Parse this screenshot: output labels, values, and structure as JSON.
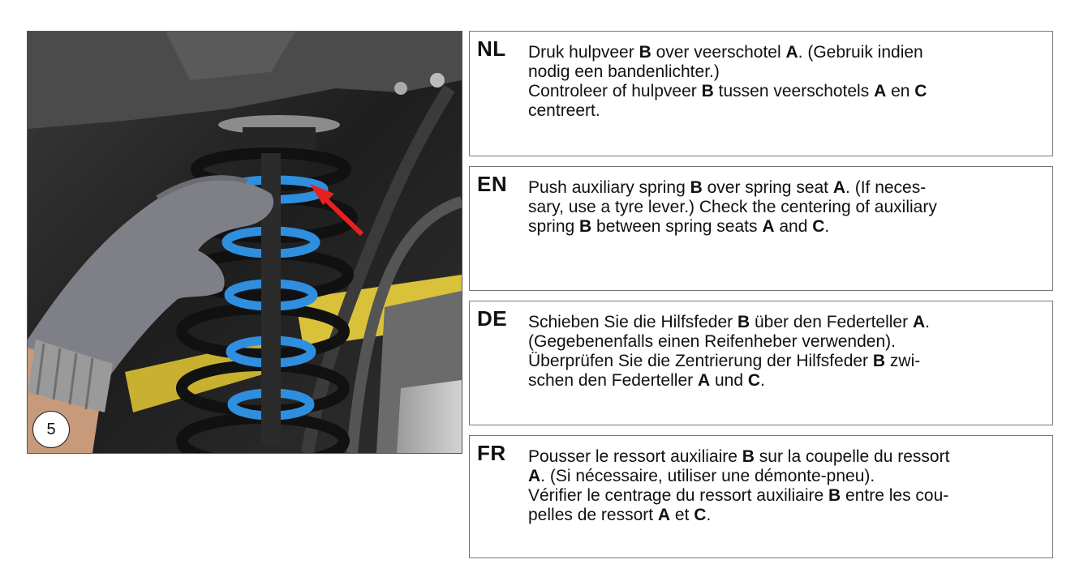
{
  "photo": {
    "step_number": "5",
    "arrow_color": "#e8211f",
    "spring_color": "#2f8fde",
    "coil_color": "#111111",
    "glove_color": "#7f8087"
  },
  "instructions": [
    {
      "lang": "NL",
      "lines": [
        [
          {
            "t": "Druk hulpveer "
          },
          {
            "t": "B",
            "b": true
          },
          {
            "t": " over veerschotel "
          },
          {
            "t": "A",
            "b": true
          },
          {
            "t": ". (Gebruik indien"
          }
        ],
        [
          {
            "t": "nodig een bandenlichter.)"
          }
        ],
        [
          {
            "t": "Controleer of hulpveer "
          },
          {
            "t": "B",
            "b": true
          },
          {
            "t": " tussen veerschotels "
          },
          {
            "t": "A",
            "b": true
          },
          {
            "t": " en "
          },
          {
            "t": "C",
            "b": true
          }
        ],
        [
          {
            "t": "centreert."
          }
        ]
      ]
    },
    {
      "lang": "EN",
      "lines": [
        [
          {
            "t": "Push auxiliary spring "
          },
          {
            "t": "B",
            "b": true
          },
          {
            "t": " over spring seat "
          },
          {
            "t": "A",
            "b": true
          },
          {
            "t": ". (If neces-"
          }
        ],
        [
          {
            "t": "sary, use a tyre lever.) Check the centering of auxiliary"
          }
        ],
        [
          {
            "t": "spring "
          },
          {
            "t": "B",
            "b": true
          },
          {
            "t": " between spring seats "
          },
          {
            "t": "A",
            "b": true
          },
          {
            "t": " and "
          },
          {
            "t": "C",
            "b": true
          },
          {
            "t": "."
          }
        ]
      ]
    },
    {
      "lang": "DE",
      "lines": [
        [
          {
            "t": "Schieben Sie die Hilfsfeder "
          },
          {
            "t": "B",
            "b": true
          },
          {
            "t": " über den Federteller "
          },
          {
            "t": "A",
            "b": true
          },
          {
            "t": "."
          }
        ],
        [
          {
            "t": "(Gegebenenfalls einen Reifenheber verwenden)."
          }
        ],
        [
          {
            "t": "Überprüfen Sie die Zentrierung der Hilfsfeder "
          },
          {
            "t": "B",
            "b": true
          },
          {
            "t": " zwi-"
          }
        ],
        [
          {
            "t": "schen den Federteller "
          },
          {
            "t": "A",
            "b": true
          },
          {
            "t": " und "
          },
          {
            "t": "C",
            "b": true
          },
          {
            "t": "."
          }
        ]
      ]
    },
    {
      "lang": "FR",
      "lines": [
        [
          {
            "t": "Pousser le ressort auxiliaire "
          },
          {
            "t": "B",
            "b": true
          },
          {
            "t": " sur la coupelle du ressort"
          }
        ],
        [
          {
            "t": "A",
            "b": true
          },
          {
            "t": ". (Si nécessaire, utiliser une démonte-pneu)."
          }
        ],
        [
          {
            "t": "Vérifier le centrage du ressort auxiliaire "
          },
          {
            "t": "B",
            "b": true
          },
          {
            "t": " entre les cou-"
          }
        ],
        [
          {
            "t": "pelles de ressort "
          },
          {
            "t": "A",
            "b": true
          },
          {
            "t": " et "
          },
          {
            "t": "C",
            "b": true
          },
          {
            "t": "."
          }
        ]
      ]
    }
  ]
}
